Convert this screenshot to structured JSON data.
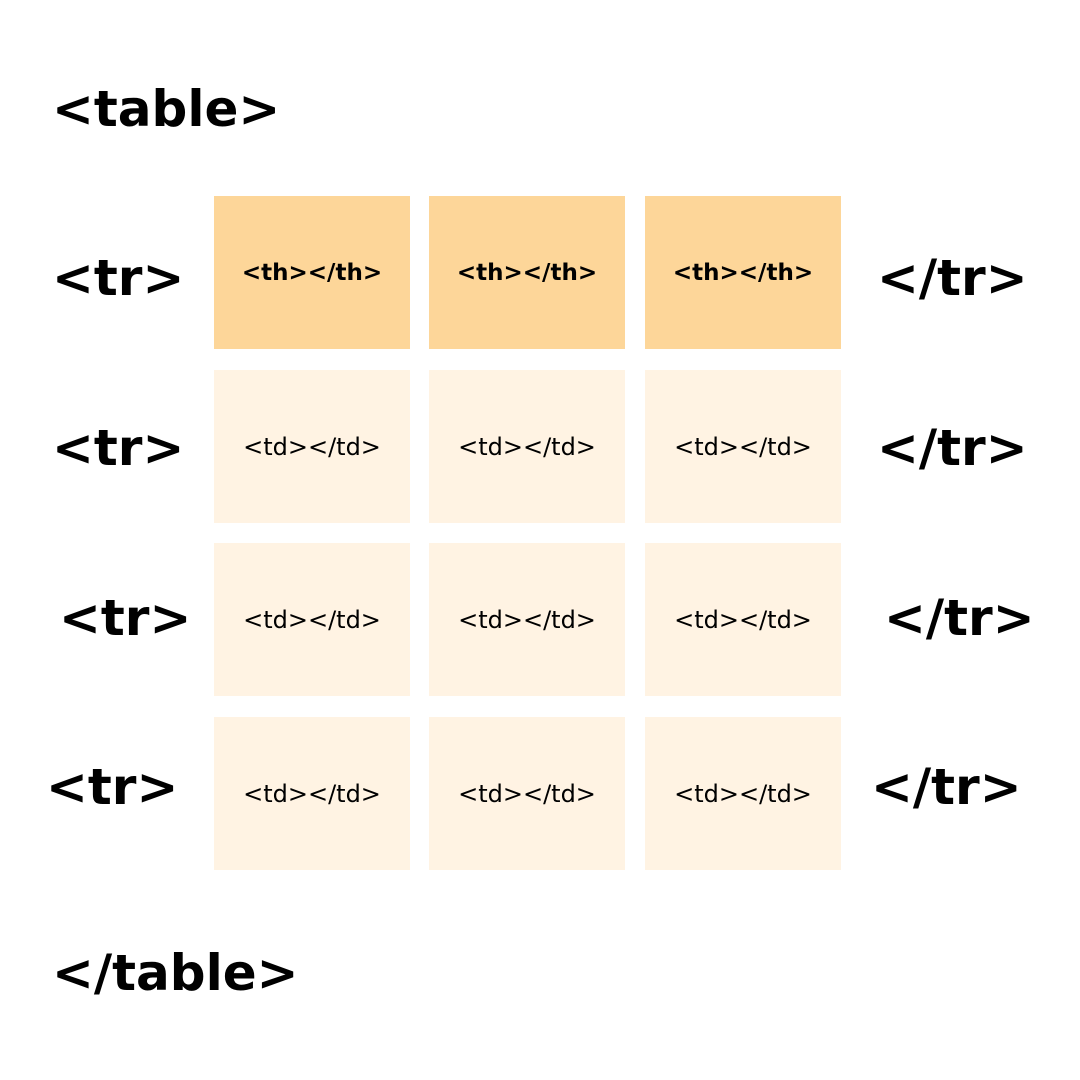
{
  "table_open": "<table>",
  "table_close": "</table>",
  "rows": [
    {
      "open": "<tr>",
      "close": "</tr>",
      "cells": [
        "<th></th>",
        "<th></th>",
        "<th></th>"
      ]
    },
    {
      "open": "<tr>",
      "close": "</tr>",
      "cells": [
        "<td></td>",
        "<td></td>",
        "<td></td>"
      ]
    },
    {
      "open": "<tr>",
      "close": "</tr>",
      "cells": [
        "<td></td>",
        "<td></td>",
        "<td></td>"
      ]
    },
    {
      "open": "<tr>",
      "close": "</tr>",
      "cells": [
        "<td></td>",
        "<td></td>",
        "<td></td>"
      ]
    }
  ],
  "colors": {
    "header_cell": "#fdd699",
    "data_cell": "#fff3e3",
    "text": "#000000",
    "background": "#ffffff"
  }
}
